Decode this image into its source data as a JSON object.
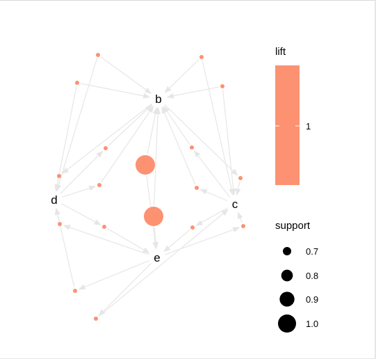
{
  "colors": {
    "node": "#fc9272",
    "edge": "#e6e6e6",
    "text": "#000000",
    "legend_bar": "#fc9272",
    "legend_dot": "#000000"
  },
  "graph": {
    "item_nodes": [
      "b",
      "c",
      "d",
      "e"
    ],
    "rule_nodes": [
      {
        "id": "r1",
        "support": 0.6
      },
      {
        "id": "r2",
        "support": 0.6
      },
      {
        "id": "r3",
        "support": 0.6
      },
      {
        "id": "r4",
        "support": 0.6
      },
      {
        "id": "r5",
        "support": 0.6
      },
      {
        "id": "r6",
        "support": 0.6
      },
      {
        "id": "r7",
        "support": 0.6
      },
      {
        "id": "r8",
        "support": 0.6
      },
      {
        "id": "r9",
        "support": 0.6
      },
      {
        "id": "r10",
        "support": 0.6
      },
      {
        "id": "r11",
        "support": 0.6
      },
      {
        "id": "r12",
        "support": 0.6
      },
      {
        "id": "r13",
        "support": 0.6
      },
      {
        "id": "r14",
        "support": 0.6
      },
      {
        "id": "r15",
        "support": 0.6
      },
      {
        "id": "r16",
        "support": 0.6
      },
      {
        "id": "r17",
        "support": 1.0
      },
      {
        "id": "r18",
        "support": 1.0
      }
    ],
    "edges": [
      [
        "r1",
        "b"
      ],
      [
        "r2",
        "b"
      ],
      [
        "r2",
        "d"
      ],
      [
        "r1",
        "d"
      ],
      [
        "r3",
        "b"
      ],
      [
        "r4",
        "b"
      ],
      [
        "r3",
        "c"
      ],
      [
        "r4",
        "c"
      ],
      [
        "r5",
        "b"
      ],
      [
        "d",
        "r5"
      ],
      [
        "r6",
        "b"
      ],
      [
        "d",
        "r6"
      ],
      [
        "r7",
        "e"
      ],
      [
        "d",
        "r7"
      ],
      [
        "r8",
        "b"
      ],
      [
        "c",
        "r8"
      ],
      [
        "r9",
        "b"
      ],
      [
        "c",
        "r9"
      ],
      [
        "r10",
        "e"
      ],
      [
        "c",
        "r10"
      ],
      [
        "b",
        "r11"
      ],
      [
        "r11",
        "d"
      ],
      [
        "e",
        "r12"
      ],
      [
        "r12",
        "d"
      ],
      [
        "b",
        "r13"
      ],
      [
        "r13",
        "c"
      ],
      [
        "e",
        "r14"
      ],
      [
        "r14",
        "c"
      ],
      [
        "e",
        "r15"
      ],
      [
        "r15",
        "d"
      ],
      [
        "e",
        "r16"
      ],
      [
        "r16",
        "c"
      ],
      [
        "r17",
        "b"
      ],
      [
        "r17",
        "e"
      ],
      [
        "r18",
        "b"
      ],
      [
        "r18",
        "e"
      ]
    ]
  },
  "legend": {
    "lift": {
      "title": "lift",
      "tick_label": "1"
    },
    "support": {
      "title": "support",
      "items": [
        {
          "label": "0.7",
          "value": 0.7
        },
        {
          "label": "0.8",
          "value": 0.8
        },
        {
          "label": "0.9",
          "value": 0.9
        },
        {
          "label": "1.0",
          "value": 1.0
        }
      ]
    }
  }
}
